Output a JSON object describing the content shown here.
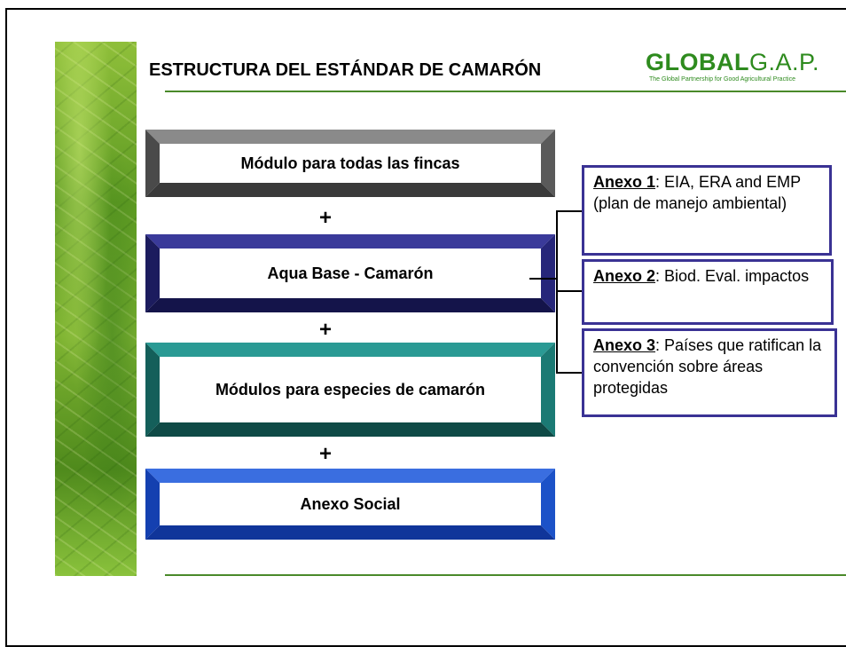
{
  "slide": {
    "title": "ESTRUCTURA DEL ESTÁNDAR DE CAMARÓN",
    "logo": {
      "bold": "GLOBAL",
      "light": "G.A.P.",
      "tagline": "The Global Partnership for Good Agricultural Practice"
    }
  },
  "modules": [
    {
      "label": "Módulo para todas las fincas",
      "color": "#6b6b6b"
    },
    {
      "label": "Aqua Base - Camarón",
      "color": "#2a2a7a"
    },
    {
      "label": "Módulos para especies de camarón",
      "color": "#1f7f7a"
    },
    {
      "label": "Anexo Social",
      "color": "#1e4fd0"
    }
  ],
  "plus_sign": "+",
  "annexes": [
    {
      "label": "Anexo 1",
      "text": ": EIA, ERA and EMP (plan de manejo ambiental)"
    },
    {
      "label": "Anexo 2",
      "text": ": Biod. Eval. impactos"
    },
    {
      "label": "Anexo 3",
      "text": ": Países que ratifican la convención sobre áreas protegidas"
    }
  ]
}
